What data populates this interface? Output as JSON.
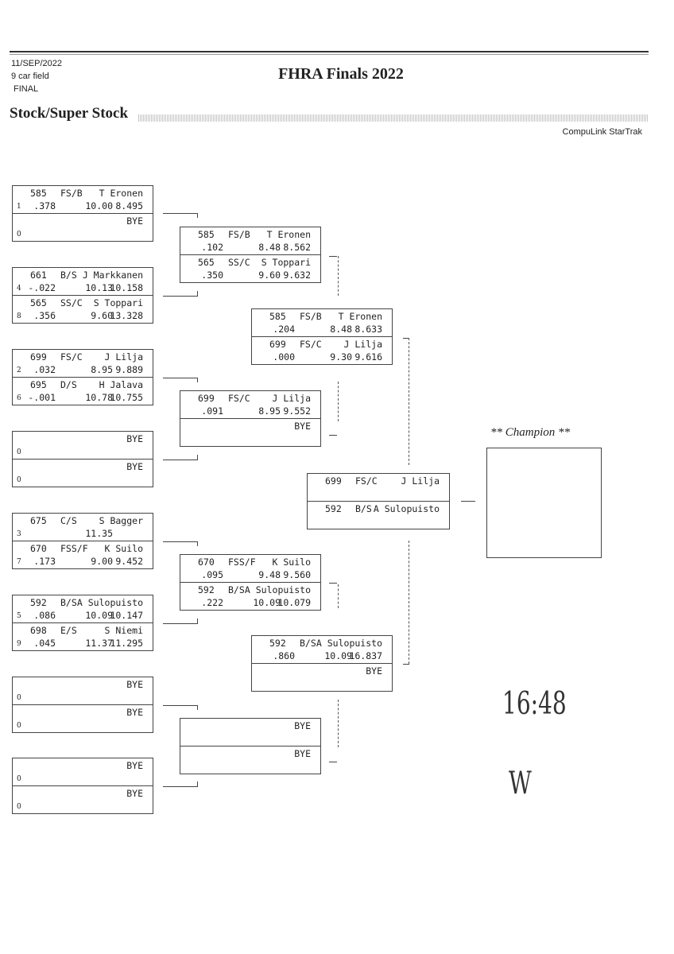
{
  "header": {
    "date": "11/SEP/2022",
    "field": "9 car field",
    "stage": "FINAL",
    "title": "FHRA Finals 2022",
    "class_title": "Stock/Super Stock",
    "vendor": "CompuLink StarTrak"
  },
  "round1": [
    [
      {
        "num": "585",
        "cls": "FS/B",
        "name": "T Eronen",
        "seed": "1",
        "rt": ".378",
        "dial": "10.00",
        "et": "8.495"
      },
      {
        "num": "",
        "cls": "",
        "name": "BYE",
        "seed": "0",
        "rt": "",
        "dial": "",
        "et": ""
      }
    ],
    [
      {
        "num": "661",
        "cls": "B/S",
        "name": "J Markkanen",
        "seed": "4",
        "rt": "-.022",
        "dial": "10.13",
        "et": "10.158"
      },
      {
        "num": "565",
        "cls": "SS/C",
        "name": "S Toppari",
        "seed": "8",
        "rt": ".356",
        "dial": "9.60",
        "et": "13.328"
      }
    ],
    [
      {
        "num": "699",
        "cls": "FS/C",
        "name": "J Lilja",
        "seed": "2",
        "rt": ".032",
        "dial": "8.95",
        "et": "9.889"
      },
      {
        "num": "695",
        "cls": "D/S",
        "name": "H Jalava",
        "seed": "6",
        "rt": "-.001",
        "dial": "10.78",
        "et": "10.755"
      }
    ],
    [
      {
        "num": "",
        "cls": "",
        "name": "BYE",
        "seed": "0",
        "rt": "",
        "dial": "",
        "et": ""
      },
      {
        "num": "",
        "cls": "",
        "name": "BYE",
        "seed": "0",
        "rt": "",
        "dial": "",
        "et": ""
      }
    ],
    [
      {
        "num": "675",
        "cls": "C/S",
        "name": "S Bagger",
        "seed": "3",
        "rt": "",
        "dial": "11.35",
        "et": ""
      },
      {
        "num": "670",
        "cls": "FSS/F",
        "name": "K Suilo",
        "seed": "7",
        "rt": ".173",
        "dial": "9.00",
        "et": "9.452"
      }
    ],
    [
      {
        "num": "592",
        "cls": "B/S",
        "name": "A Sulopuisto",
        "seed": "5",
        "rt": ".086",
        "dial": "10.09",
        "et": "10.147"
      },
      {
        "num": "698",
        "cls": "E/S",
        "name": "S Niemi",
        "seed": "9",
        "rt": ".045",
        "dial": "11.37",
        "et": "11.295"
      }
    ],
    [
      {
        "num": "",
        "cls": "",
        "name": "BYE",
        "seed": "0",
        "rt": "",
        "dial": "",
        "et": ""
      },
      {
        "num": "",
        "cls": "",
        "name": "BYE",
        "seed": "0",
        "rt": "",
        "dial": "",
        "et": ""
      }
    ],
    [
      {
        "num": "",
        "cls": "",
        "name": "BYE",
        "seed": "0",
        "rt": "",
        "dial": "",
        "et": ""
      },
      {
        "num": "",
        "cls": "",
        "name": "BYE",
        "seed": "0",
        "rt": "",
        "dial": "",
        "et": ""
      }
    ]
  ],
  "round2": [
    [
      {
        "num": "585",
        "cls": "FS/B",
        "name": "T Eronen",
        "rt": ".102",
        "dial": "8.48",
        "et": "8.562"
      },
      {
        "num": "565",
        "cls": "SS/C",
        "name": "S Toppari",
        "rt": ".350",
        "dial": "9.60",
        "et": "9.632"
      }
    ],
    [
      {
        "num": "699",
        "cls": "FS/C",
        "name": "J Lilja",
        "rt": ".091",
        "dial": "8.95",
        "et": "9.552"
      },
      {
        "num": "",
        "cls": "",
        "name": "BYE",
        "rt": "",
        "dial": "",
        "et": ""
      }
    ],
    [
      {
        "num": "670",
        "cls": "FSS/F",
        "name": "K Suilo",
        "rt": ".095",
        "dial": "9.48",
        "et": "9.560"
      },
      {
        "num": "592",
        "cls": "B/S",
        "name": "A Sulopuisto",
        "rt": ".222",
        "dial": "10.09",
        "et": "10.079"
      }
    ],
    [
      {
        "num": "",
        "cls": "",
        "name": "BYE",
        "rt": "",
        "dial": "",
        "et": ""
      },
      {
        "num": "",
        "cls": "",
        "name": "BYE",
        "rt": "",
        "dial": "",
        "et": ""
      }
    ]
  ],
  "round3": [
    [
      {
        "num": "585",
        "cls": "FS/B",
        "name": "T Eronen",
        "rt": ".204",
        "dial": "8.48",
        "et": "8.633"
      },
      {
        "num": "699",
        "cls": "FS/C",
        "name": "J Lilja",
        "rt": ".000",
        "dial": "9.30",
        "et": "9.616"
      }
    ],
    [
      {
        "num": "592",
        "cls": "B/S",
        "name": "A Sulopuisto",
        "rt": ".860",
        "dial": "10.09",
        "et": "16.837"
      },
      {
        "num": "",
        "cls": "",
        "name": "BYE",
        "rt": "",
        "dial": "",
        "et": ""
      }
    ]
  ],
  "final": [
    [
      {
        "num": "699",
        "cls": "FS/C",
        "name": "J Lilja",
        "rt": "",
        "dial": "",
        "et": ""
      },
      {
        "num": "592",
        "cls": "B/S",
        "name": "A Sulopuisto",
        "rt": "",
        "dial": "",
        "et": ""
      }
    ]
  ],
  "champion": {
    "label": "** Champion **"
  },
  "handwriting": {
    "time": "16:48",
    "initial": "W"
  }
}
